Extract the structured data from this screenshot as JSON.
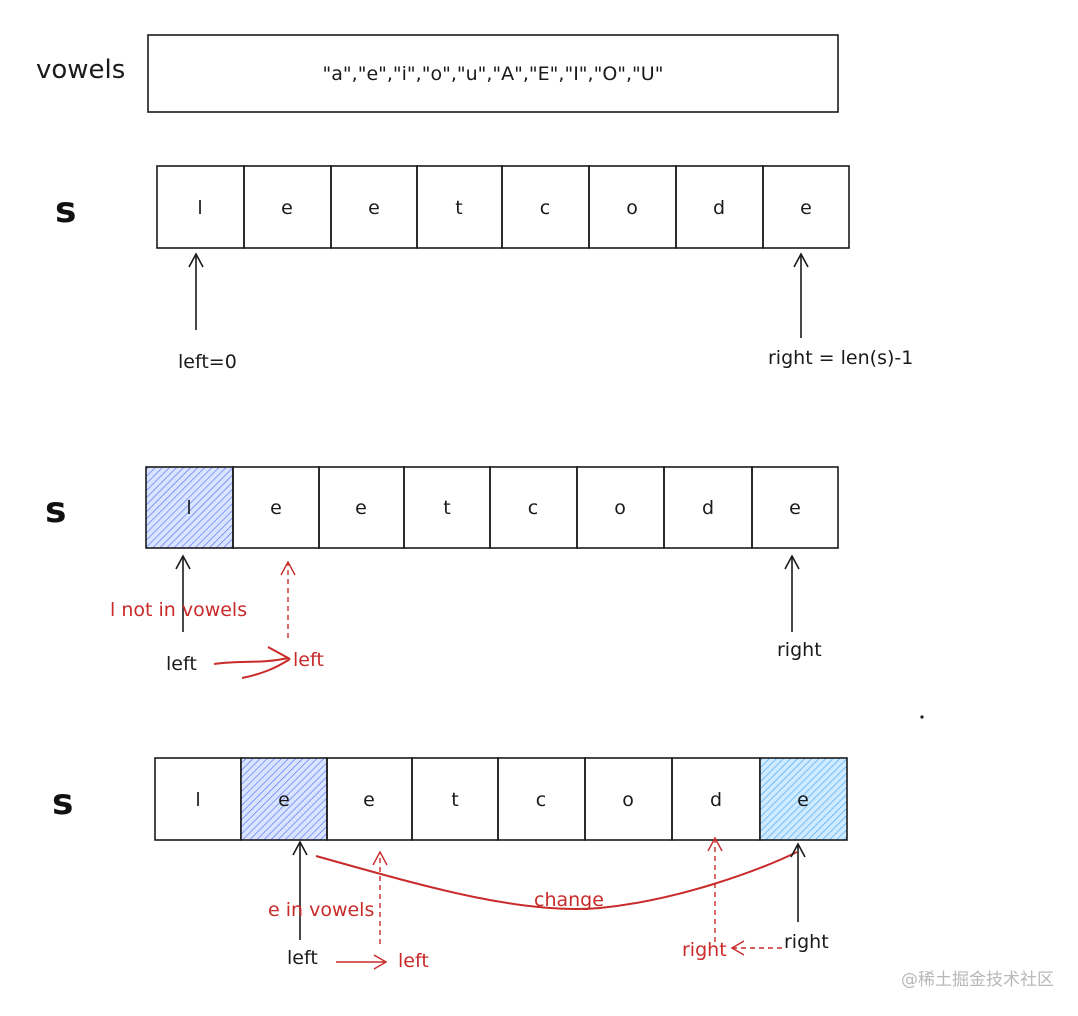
{
  "vowels_box": {
    "label": "vowels",
    "content": "\"a\",\"e\",\"i\",\"o\",\"u\",\"A\",\"E\",\"I\",\"O\",\"U\""
  },
  "rows": [
    {
      "label": "s",
      "cells": [
        "l",
        "e",
        "e",
        "t",
        "c",
        "o",
        "d",
        "e"
      ],
      "left_label": "left=0",
      "right_label": "right = len(s)-1"
    },
    {
      "label": "s",
      "cells": [
        "l",
        "e",
        "e",
        "t",
        "c",
        "o",
        "d",
        "e"
      ],
      "note": "l not in vowels",
      "left_label": "left",
      "left_next_label": "left",
      "right_label": "right"
    },
    {
      "label": "s",
      "cells": [
        "l",
        "e",
        "e",
        "t",
        "c",
        "o",
        "d",
        "e"
      ],
      "note": "e in vowels",
      "change_label": "change",
      "left_label": "left",
      "left_next_label": "left",
      "right_label": "right",
      "right_next_label": "right"
    }
  ],
  "colors": {
    "ink": "#1a1a1a",
    "red": "#c92a2a",
    "highlight_blue": "#5c7cfa",
    "highlight_light_blue": "#4dabf7"
  },
  "watermark": "@稀土掘金技术社区"
}
